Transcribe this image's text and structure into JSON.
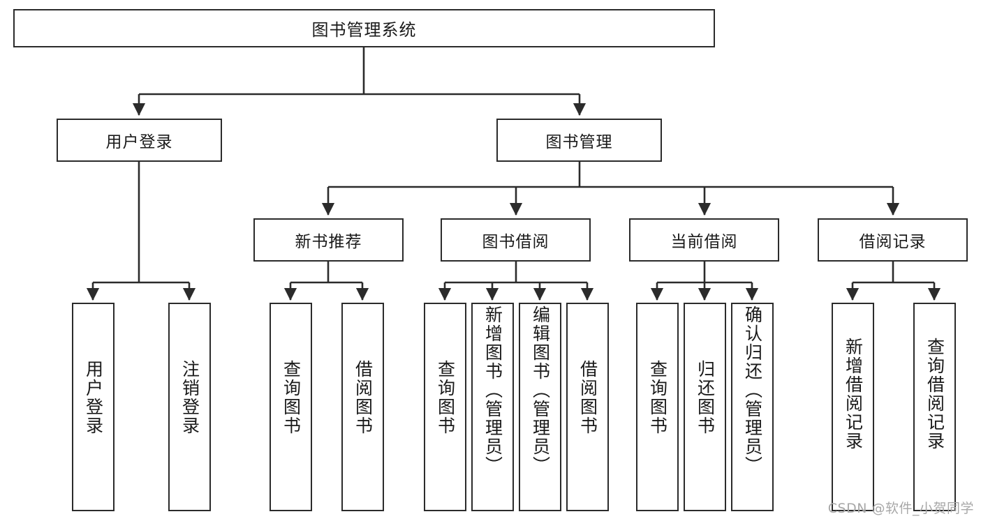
{
  "diagram": {
    "title": "图书管理系统",
    "type": "tree",
    "root": {
      "label": "图书管理系统"
    },
    "level2": [
      {
        "id": "user-login",
        "label": "用户登录"
      },
      {
        "id": "book-manage",
        "label": "图书管理"
      }
    ],
    "level3": [
      {
        "id": "new-book-recommend",
        "label": "新书推荐",
        "parent": "book-manage"
      },
      {
        "id": "book-borrow",
        "label": "图书借阅",
        "parent": "book-manage"
      },
      {
        "id": "current-borrow",
        "label": "当前借阅",
        "parent": "book-manage"
      },
      {
        "id": "borrow-record",
        "label": "借阅记录",
        "parent": "book-manage"
      }
    ],
    "leaves": [
      {
        "id": "leaf-user-login",
        "label": "用户登录",
        "parent": "user-login"
      },
      {
        "id": "leaf-logout-login",
        "label": "注销登录",
        "parent": "user-login"
      },
      {
        "id": "leaf-query-book-1",
        "label": "查询图书",
        "parent": "new-book-recommend"
      },
      {
        "id": "leaf-borrow-book-1",
        "label": "借阅图书",
        "parent": "new-book-recommend"
      },
      {
        "id": "leaf-query-book-2",
        "label": "查询图书",
        "parent": "book-borrow"
      },
      {
        "id": "leaf-add-book",
        "label": "新增图书（管理员）",
        "parent": "book-borrow"
      },
      {
        "id": "leaf-edit-book",
        "label": "编辑图书（管理员）",
        "parent": "book-borrow"
      },
      {
        "id": "leaf-borrow-book-2",
        "label": "借阅图书",
        "parent": "book-borrow"
      },
      {
        "id": "leaf-query-book-3",
        "label": "查询图书",
        "parent": "current-borrow"
      },
      {
        "id": "leaf-return-book",
        "label": "归还图书",
        "parent": "current-borrow"
      },
      {
        "id": "leaf-confirm-return",
        "label": "确认归还（管理员）",
        "parent": "current-borrow"
      },
      {
        "id": "leaf-add-record",
        "label": "新增借阅记录",
        "parent": "borrow-record"
      },
      {
        "id": "leaf-query-record",
        "label": "查询借阅记录",
        "parent": "borrow-record"
      }
    ],
    "colors": {
      "stroke": "#2b2b2b",
      "fill": "#ffffff",
      "text": "#1a1a1a",
      "watermark": "#a8a8a8"
    }
  },
  "watermark": {
    "text": "CSDN @软件_小贺同学"
  }
}
